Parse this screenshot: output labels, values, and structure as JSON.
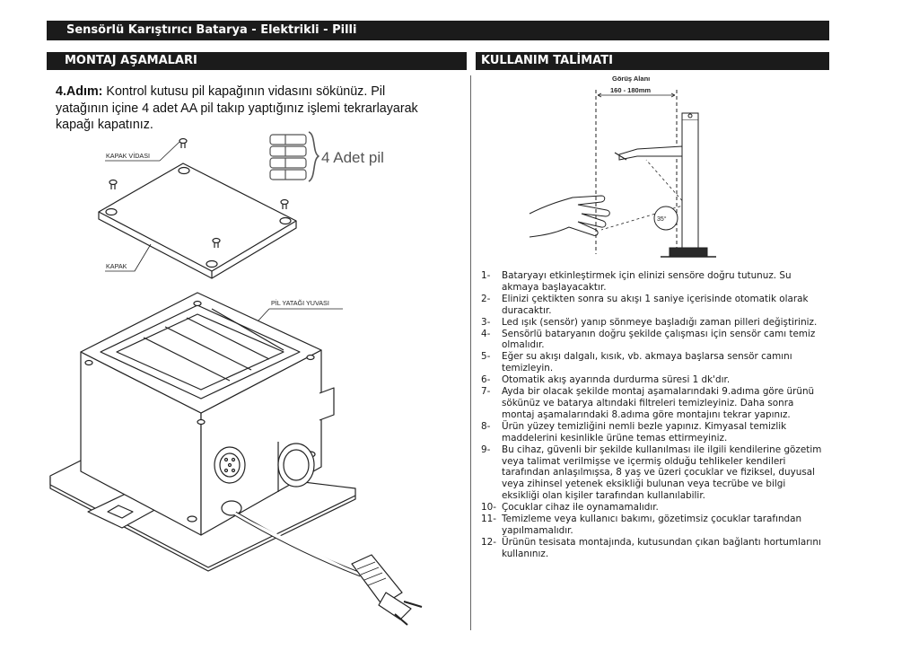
{
  "header": {
    "title": "Sensörlü Karıştırıcı Batarya - Elektrikli - Pilli"
  },
  "left": {
    "section_title": "MONTAJ AŞAMALARI",
    "step_label": "4.Adım:",
    "step_text": " Kontrol kutusu pil kapağının vidasını sökünüz. Pil yatağının içine 4 adet AA pil takıp yaptığınız işlemi tekrarlayarak kapağı kapatınız.",
    "labels": {
      "screw": "KAPAK VİDASI",
      "cover": "KAPAK",
      "battery_slot": "PİL YATAĞI YUVASI",
      "battery_count": "4 Adet pil"
    }
  },
  "right": {
    "section_title": "KULLANIM TALİMATI",
    "diagram": {
      "view_label": "Görüş Alanı",
      "range_label": "160 - 180mm",
      "angle_label": "35°"
    },
    "instructions": [
      {
        "num": "1-",
        "text": "Bataryayı etkinleştirmek için elinizi sensöre doğru tutunuz. Su akmaya başlayacaktır."
      },
      {
        "num": "2-",
        "text": "Elinizi çektikten sonra su akışı 1 saniye içerisinde otomatik olarak duracaktır."
      },
      {
        "num": "3-",
        "text": "Led ışık (sensör) yanıp sönmeye başladığı zaman pilleri değiştiriniz."
      },
      {
        "num": "4-",
        "text": "Sensörlü bataryanın doğru şekilde çalışması için sensör camı temiz olmalıdır."
      },
      {
        "num": "5-",
        "text": "Eğer su akışı dalgalı, kısık, vb. akmaya başlarsa sensör camını temizleyin."
      },
      {
        "num": "6-",
        "text": "Otomatik akış ayarında durdurma süresi 1 dk'dır."
      },
      {
        "num": "7-",
        "text": "Ayda bir olacak şekilde montaj aşamalarındaki 9.adıma göre ürünü sökünüz ve batarya altındaki filtreleri temizleyiniz. Daha sonra montaj aşamalarındaki 8.adıma göre montajını tekrar yapınız."
      },
      {
        "num": "8-",
        "text": "Ürün yüzey temizliğini nemli bezle yapınız. Kimyasal temizlik maddelerini kesinlikle ürüne temas ettirmeyiniz."
      },
      {
        "num": "9-",
        "text": "Bu cihaz, güvenli bir şekilde kullanılması ile ilgili kendilerine gözetim veya talimat verilmişse ve içermiş olduğu tehlikeler kendileri tarafından anlaşılmışsa, 8 yaş ve üzeri çocuklar ve fiziksel, duyusal veya zihinsel yetenek eksikliği bulunan veya tecrübe ve bilgi eksikliği olan kişiler tarafından kullanılabilir."
      },
      {
        "num": "10-",
        "text": "Çocuklar cihaz ile oynamamalıdır."
      },
      {
        "num": "11-",
        "text": "Temizleme veya kullanıcı bakımı, gözetimsiz çocuklar tarafından yapılmamalıdır."
      },
      {
        "num": "12-",
        "text": "Ürünün tesisata montajında, kutusundan çıkan bağlantı hortumlarını kullanınız."
      }
    ]
  }
}
